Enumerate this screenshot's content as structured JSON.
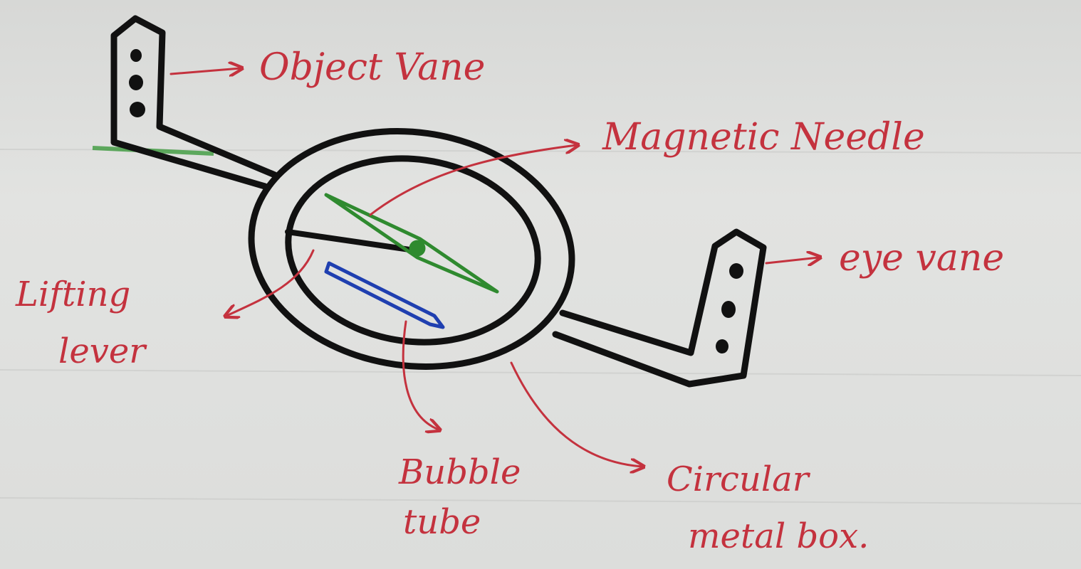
{
  "diagram": {
    "labels": {
      "object_vane": "Object Vane",
      "magnetic_needle": "Magnetic Needle",
      "eye_vane": "eye vane",
      "lifting_lever_line1": "Lifting",
      "lifting_lever_line2": "lever",
      "bubble_tube_line1": "Bubble",
      "bubble_tube_line2": "tube",
      "circular_box_line1": "Circular",
      "circular_box_line2": "metal box."
    },
    "colors": {
      "paper": "#dcdddb",
      "ink_black": "#111111",
      "label_red": "#c4323e",
      "needle_green": "#2f8a2f",
      "bubble_blue": "#1f3fb0"
    }
  }
}
